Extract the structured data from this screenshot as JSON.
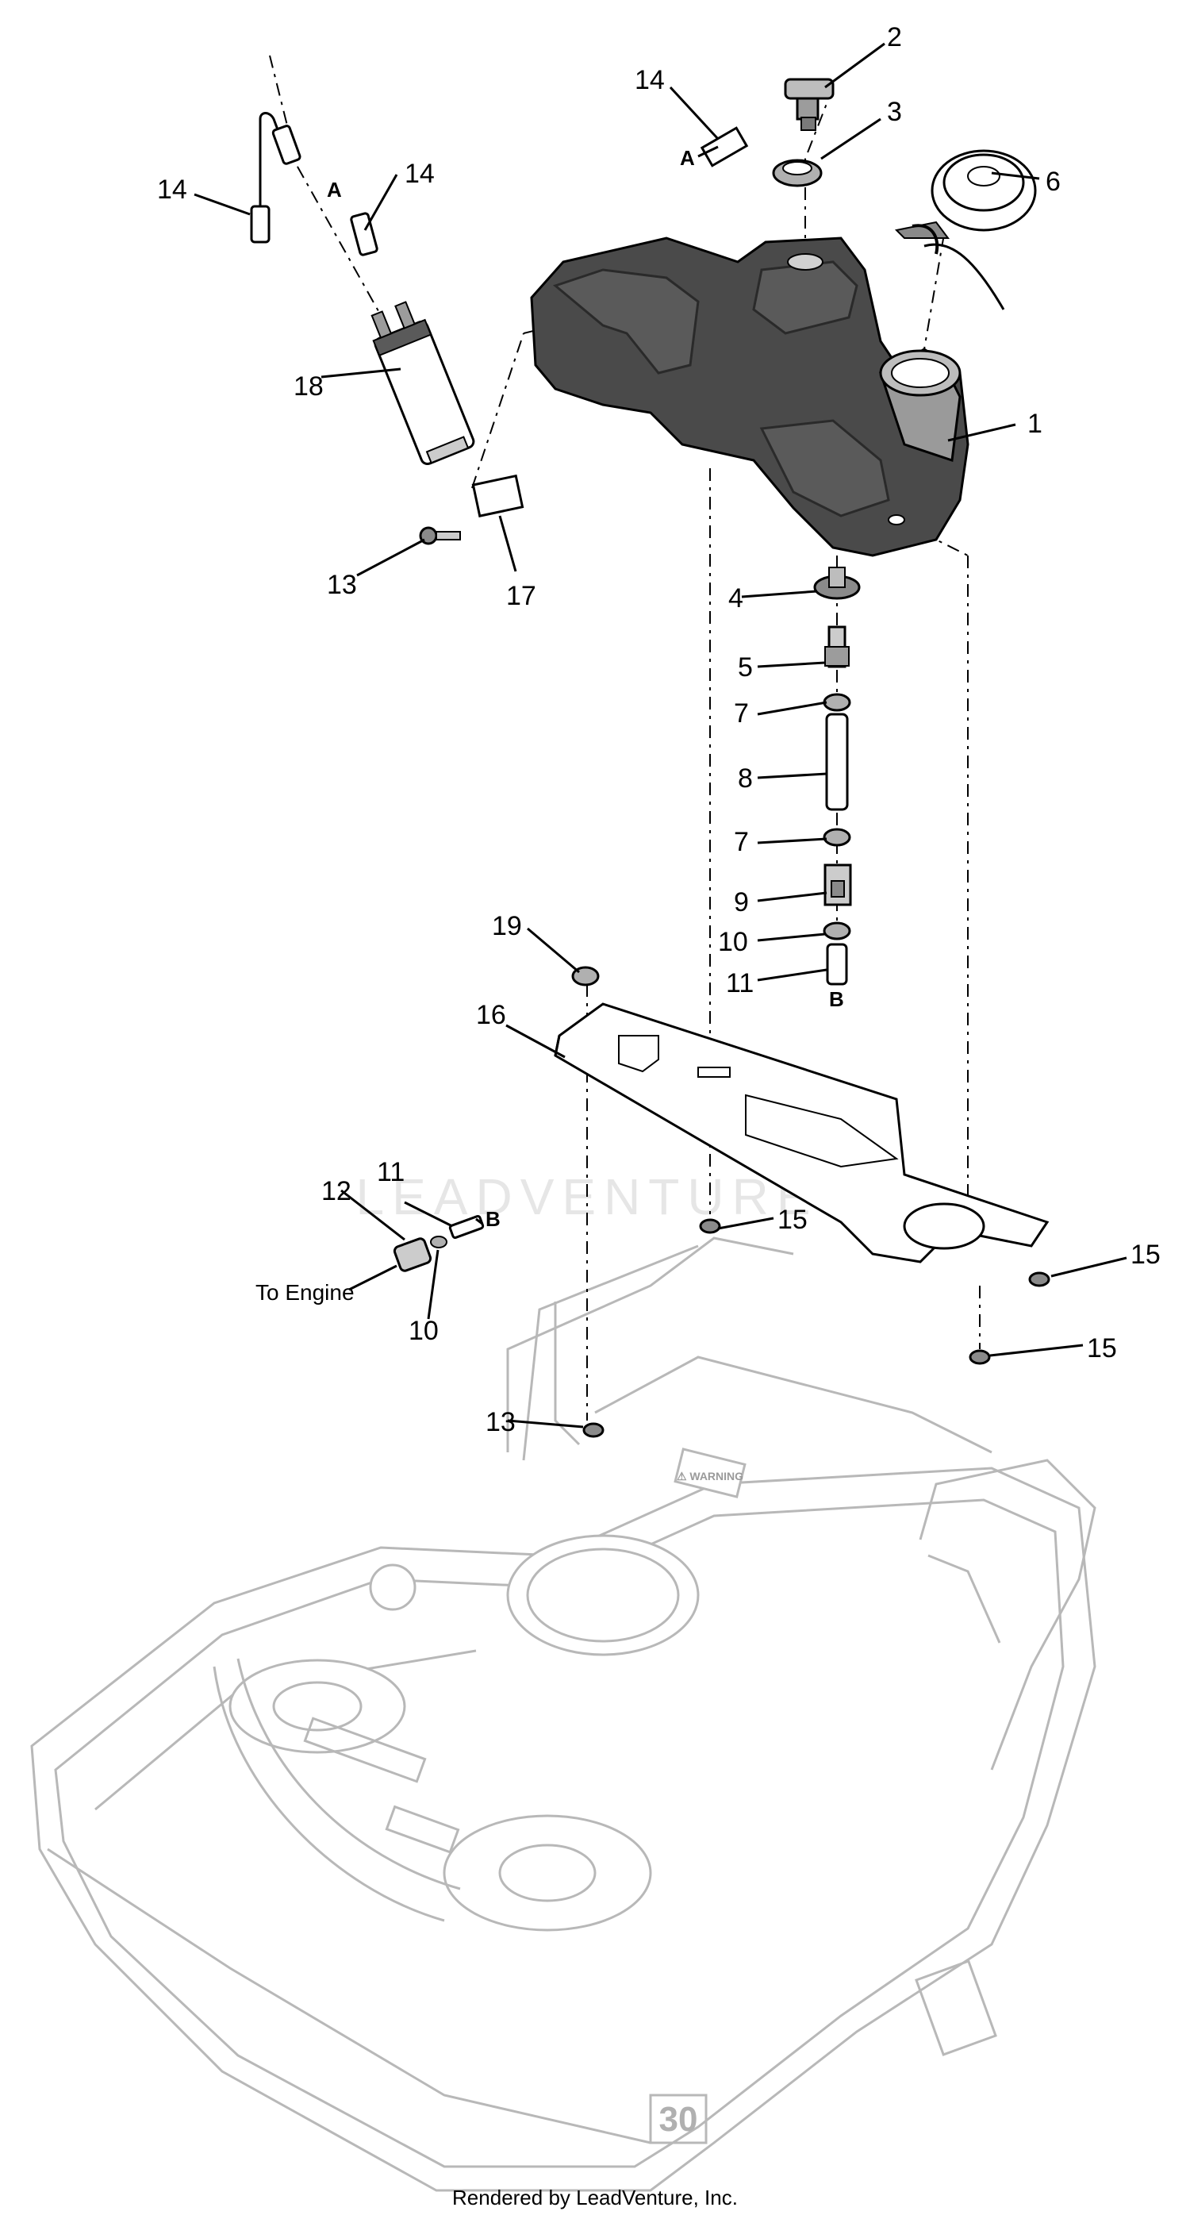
{
  "callouts": {
    "c1": "1",
    "c2": "2",
    "c3": "3",
    "c4": "4",
    "c5": "5",
    "c6": "6",
    "c7a": "7",
    "c7b": "7",
    "c8": "8",
    "c9": "9",
    "c10a": "10",
    "c10b": "10",
    "c11a": "11",
    "c11b": "11",
    "c12": "12",
    "c13a": "13",
    "c13b": "13",
    "c14a": "14",
    "c14b": "14",
    "c14c": "14",
    "c15a": "15",
    "c15b": "15",
    "c15c": "15",
    "c16": "16",
    "c17": "17",
    "c18": "18",
    "c19": "19"
  },
  "connectors": {
    "a1": "A",
    "a2": "A",
    "b1": "B",
    "b2": "B"
  },
  "annotation": {
    "to_engine": "To Engine"
  },
  "deck_marks": {
    "warning": "⚠ WARNING",
    "size": "30"
  },
  "watermark": "LEADVENTURE",
  "footer": "Rendered by LeadVenture, Inc.",
  "colors": {
    "tank": "#4a4a4a",
    "deck_line": "#b8b8b8",
    "ink": "#000000"
  }
}
